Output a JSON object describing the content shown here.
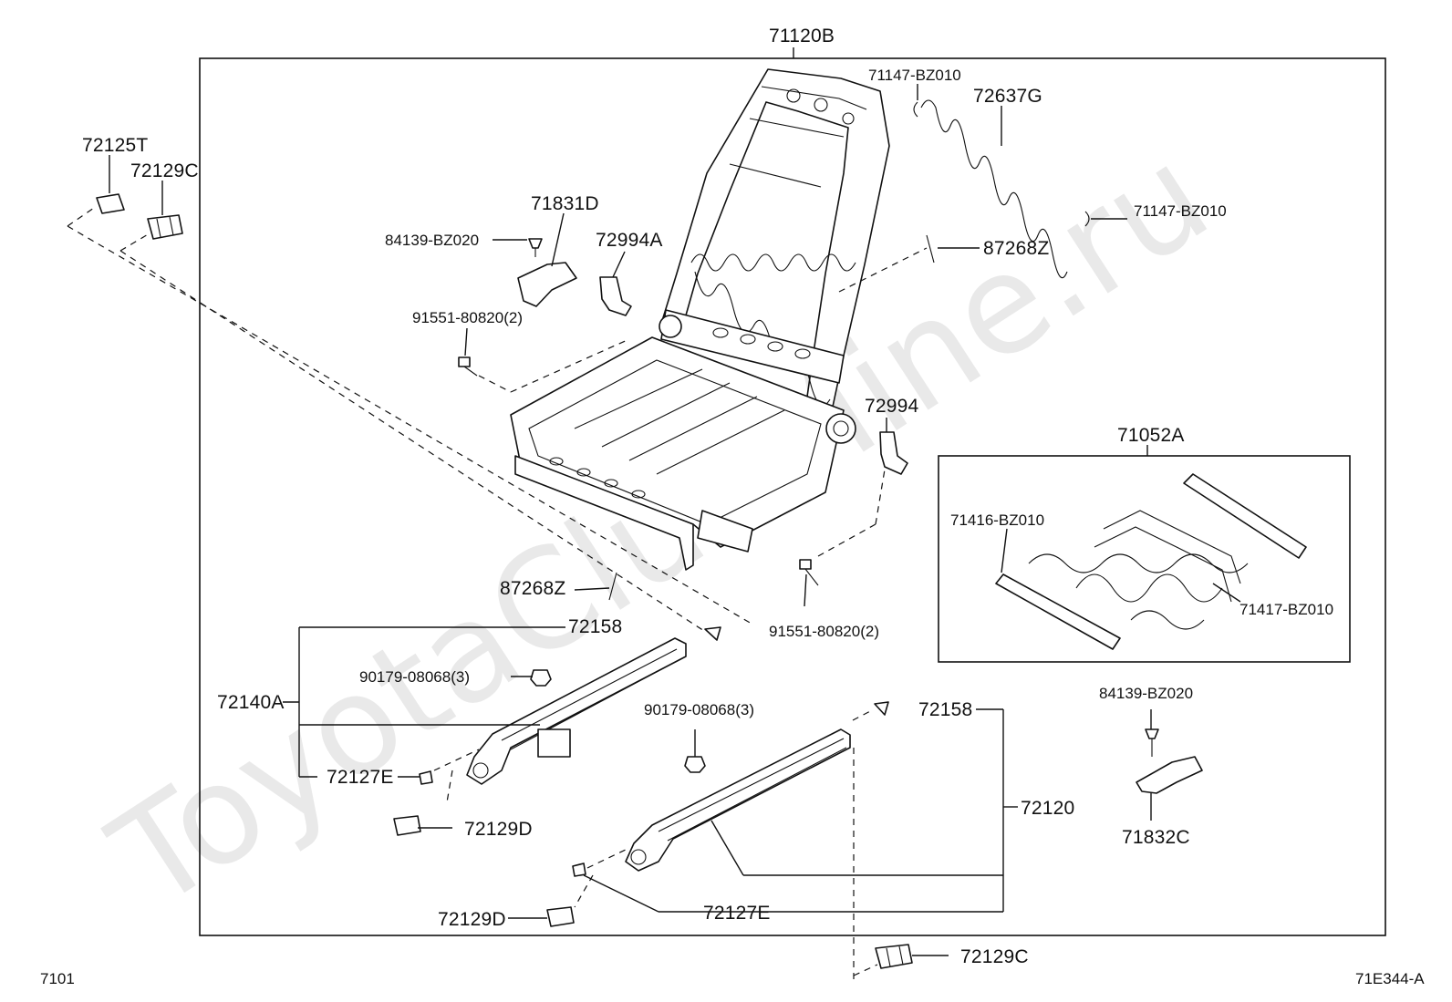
{
  "diagram": {
    "watermark": "ToyotaClubMine.ru",
    "page_code_left": "7101",
    "page_code_right": "71E344-A",
    "labels": {
      "p71120B": "71120B",
      "p72125T": "72125T",
      "p72129C_top": "72129C",
      "p71831D": "71831D",
      "p84139BZ020_top": "84139-BZ020",
      "p72994A": "72994A",
      "p91551_top": "91551-80820(2)",
      "p71147_top": "71147-BZ010",
      "p72637G": "72637G",
      "p71147_right": "71147-BZ010",
      "p87268Z_right": "87268Z",
      "p72994": "72994",
      "p71052A": "71052A",
      "p71416": "71416-BZ010",
      "p71417": "71417-BZ010",
      "p87268Z_left": "87268Z",
      "p72158_top": "72158",
      "p91551_bottom": "91551-80820(2)",
      "p90179_left": "90179-08068(3)",
      "p72140A": "72140A",
      "p90179_right": "90179-08068(3)",
      "p72158_right": "72158",
      "p84139BZ020_right": "84139-BZ020",
      "p72127E_left": "72127E",
      "p72129D_left": "72129D",
      "p72120": "72120",
      "p71832C": "71832C",
      "p72129D_bottom": "72129D",
      "p72127E_bottom": "72127E",
      "p72129C_bottom": "72129C"
    }
  }
}
